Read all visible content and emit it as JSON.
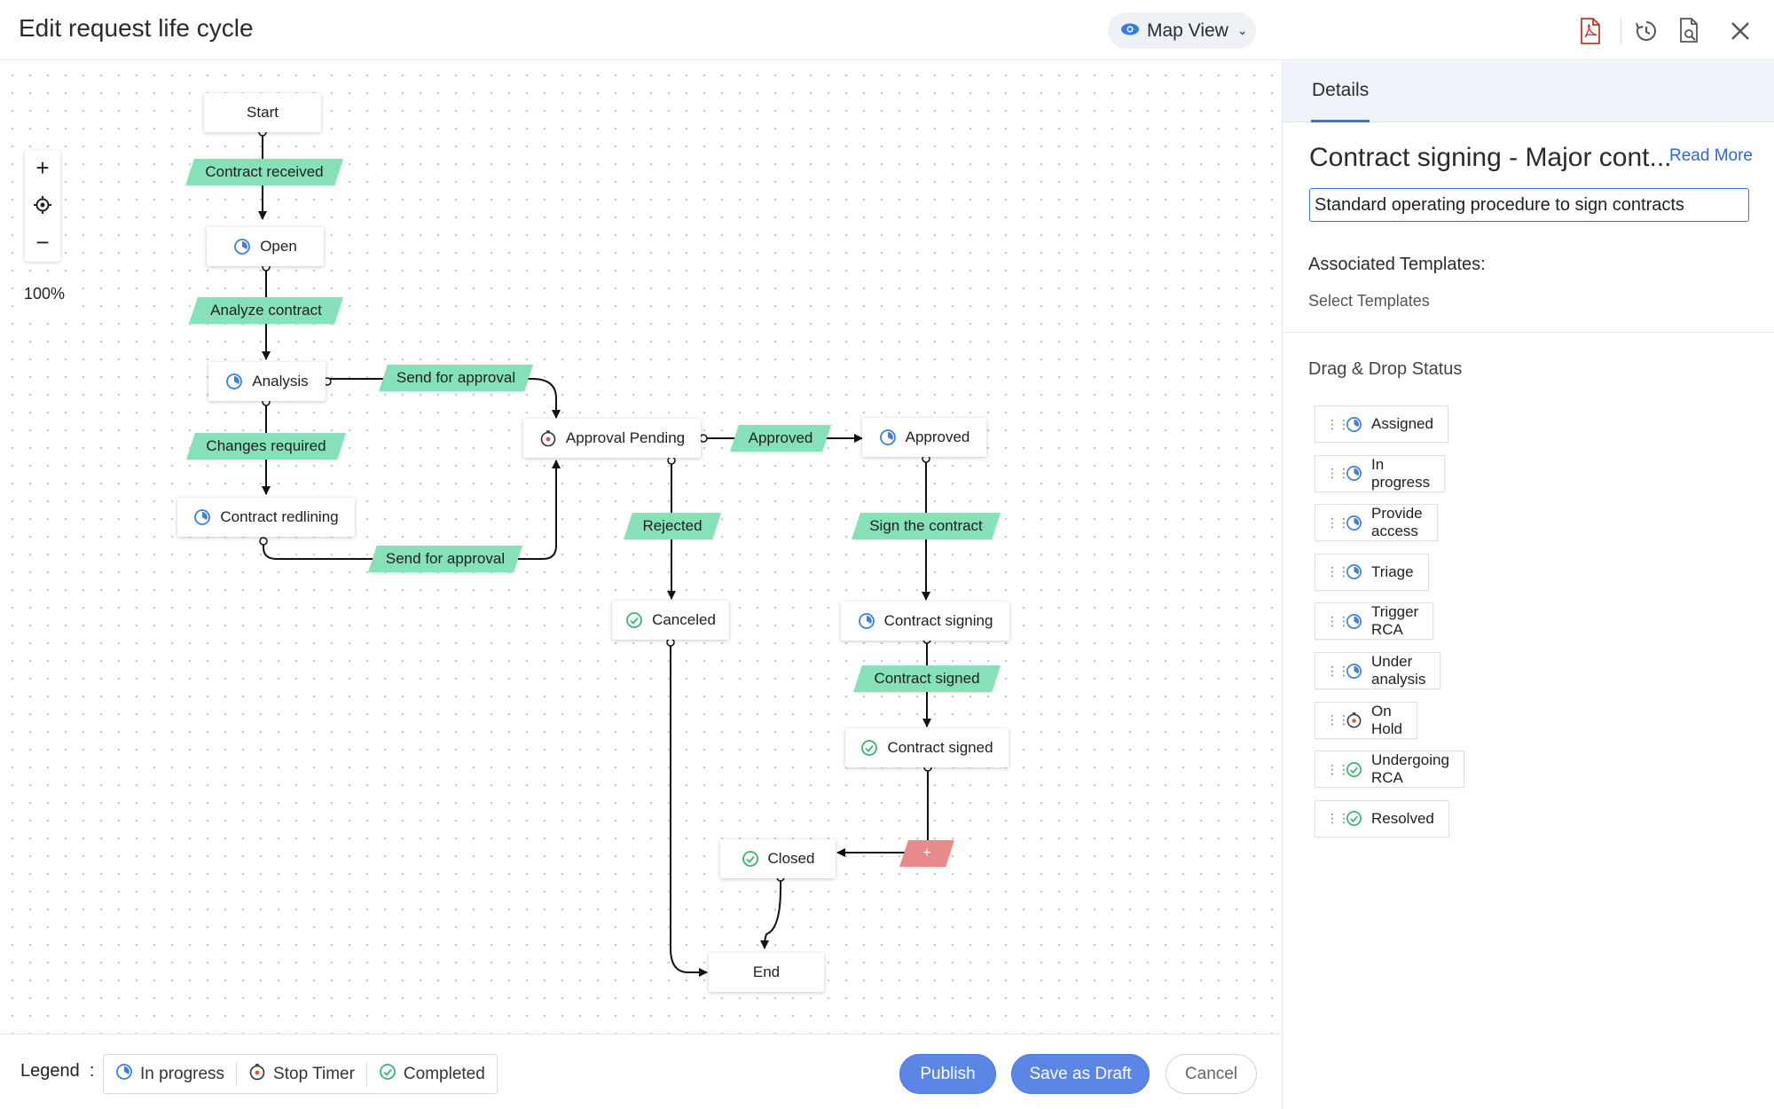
{
  "header": {
    "title": "Edit request life cycle",
    "view_label": "Map View"
  },
  "zoom": {
    "level": "100%"
  },
  "nodes": {
    "start": "Start",
    "open": "Open",
    "analysis": "Analysis",
    "contract_redlining": "Contract redlining",
    "approval_pending": "Approval Pending",
    "approved": "Approved",
    "canceled": "Canceled",
    "contract_signing": "Contract signing",
    "contract_signed": "Contract signed",
    "closed": "Closed",
    "end": "End"
  },
  "transitions": {
    "contract_received": "Contract received",
    "analyze_contract": "Analyze contract",
    "send_for_approval_1": "Send for approval",
    "changes_required": "Changes required",
    "send_for_approval_2": "Send for approval",
    "approved": "Approved",
    "rejected": "Rejected",
    "sign_the_contract": "Sign the contract",
    "contract_signed": "Contract signed",
    "add": "+"
  },
  "panel": {
    "tab": "Details",
    "status_name": "Contract signing - Major cont...",
    "read_more": "Read More",
    "description": "Standard operating procedure to sign contracts",
    "associated_templates_label": "Associated Templates:",
    "select_templates": "Select Templates",
    "dnd_title": "Drag & Drop Status",
    "statuses": [
      {
        "label": "Assigned",
        "icon": "in-progress-icon"
      },
      {
        "label": "In progress",
        "icon": "in-progress-icon"
      },
      {
        "label": "Provide access",
        "icon": "in-progress-icon"
      },
      {
        "label": "Triage",
        "icon": "in-progress-icon"
      },
      {
        "label": "Trigger RCA",
        "icon": "in-progress-icon"
      },
      {
        "label": "Under analysis",
        "icon": "in-progress-icon"
      },
      {
        "label": "On Hold",
        "icon": "stop-timer-icon"
      },
      {
        "label": "Undergoing RCA",
        "icon": "completed-icon"
      },
      {
        "label": "Resolved",
        "icon": "completed-icon"
      }
    ]
  },
  "legend": {
    "label": "Legend",
    "items": [
      {
        "label": "In progress",
        "icon": "in-progress-icon"
      },
      {
        "label": "Stop Timer",
        "icon": "stop-timer-icon"
      },
      {
        "label": "Completed",
        "icon": "completed-icon"
      }
    ]
  },
  "footer": {
    "publish": "Publish",
    "save_draft": "Save as Draft",
    "cancel": "Cancel"
  },
  "colors": {
    "accent": "#5c86e6",
    "transition": "#86e0b8",
    "add_transition": "#e78b8b",
    "in_progress": "#3b82d6",
    "completed": "#3cb371",
    "stop_timer": "#d9534f"
  }
}
